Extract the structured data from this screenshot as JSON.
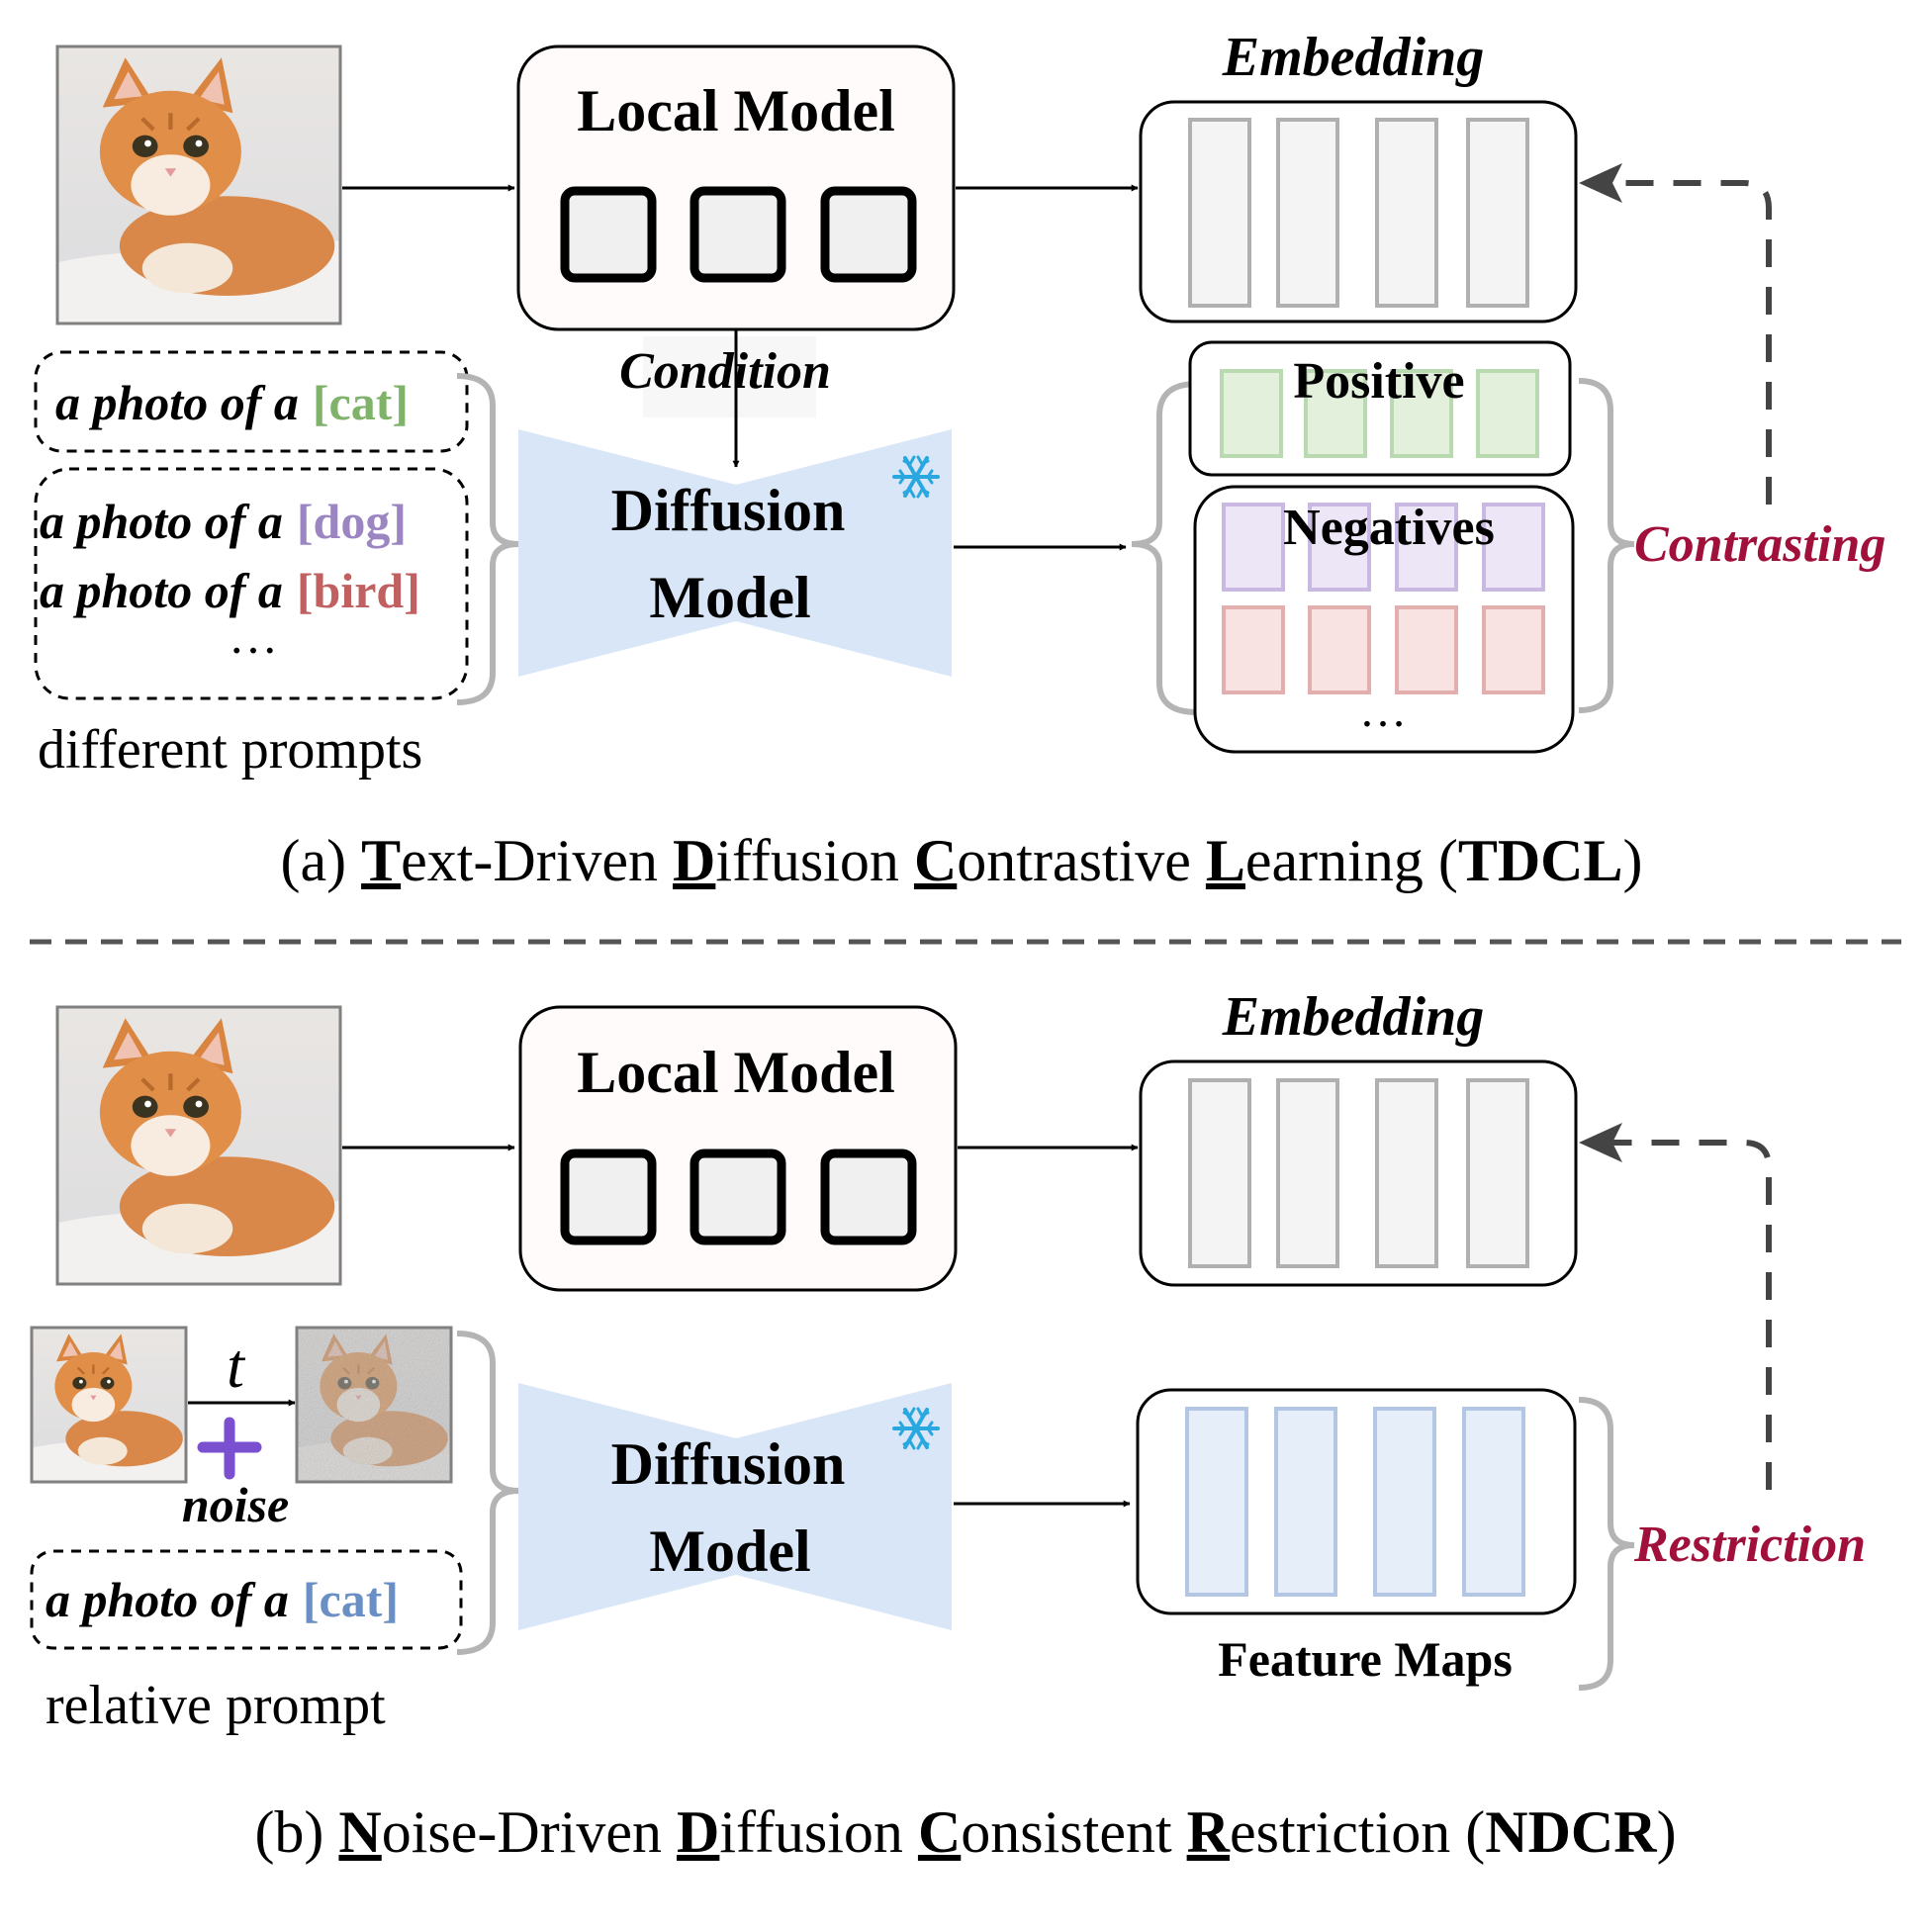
{
  "top": {
    "local_model": {
      "title": "Local Model"
    },
    "embedding_label": "Embedding",
    "condition_label": "Condition",
    "diffusion": {
      "line1": "Diffusion",
      "line2": "Model"
    },
    "prompts": {
      "prefix": "a photo of a",
      "items": [
        "[cat]",
        "[dog]",
        "[bird]"
      ],
      "ellipsis": "…",
      "caption": "different prompts"
    },
    "positive_label": "Positive",
    "negatives_label": "Negatives",
    "negatives_ellipsis": "…",
    "contrasting_label": "Contrasting",
    "caption": {
      "prefix": "(a) ",
      "words": [
        {
          "initial": "T",
          "rest": "ext-Driven "
        },
        {
          "initial": "D",
          "rest": "iffusion "
        },
        {
          "initial": "C",
          "rest": "ontrastive "
        },
        {
          "initial": "L",
          "rest": "earning "
        }
      ],
      "acronym": "TDCL"
    }
  },
  "bottom": {
    "local_model": {
      "title": "Local Model"
    },
    "embedding_label": "Embedding",
    "t_label": "t",
    "noise_label": "noise",
    "diffusion": {
      "line1": "Diffusion",
      "line2": "Model"
    },
    "prompt": {
      "prefix": "a photo of a",
      "item": "[cat]",
      "caption": "relative prompt"
    },
    "feature_maps_label": "Feature Maps",
    "restriction_label": "Restriction",
    "caption": {
      "prefix": "(b) ",
      "words": [
        {
          "initial": "N",
          "rest": "oise-Driven "
        },
        {
          "initial": "D",
          "rest": "iffusion "
        },
        {
          "initial": "C",
          "rest": "onsistent "
        },
        {
          "initial": "R",
          "rest": "estriction "
        }
      ],
      "acronym": "NDCR"
    }
  },
  "colors": {
    "cat": "#7fb36a",
    "dog": "#9b86c2",
    "bird": "#c06060",
    "accent_red": "#a0103a",
    "diffusion_fill": "#d8e6f7",
    "snowflake": "#29a8e0",
    "plus": "#7a4fd0"
  }
}
